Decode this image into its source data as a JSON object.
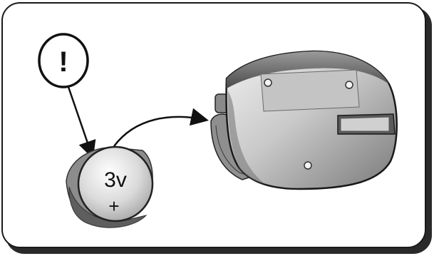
{
  "warning": {
    "symbol": "!"
  },
  "battery": {
    "voltage_label": "3v",
    "polarity_label": "+"
  },
  "icons": [
    "warning-icon",
    "coin-battery",
    "hearing-device",
    "insert-arrow",
    "pointer-arrow"
  ],
  "colors": {
    "frame": "#1a1a1a",
    "metal_light": "#e6e6e6",
    "metal_mid": "#b9b9b9",
    "metal_dark": "#6e6e6e"
  }
}
